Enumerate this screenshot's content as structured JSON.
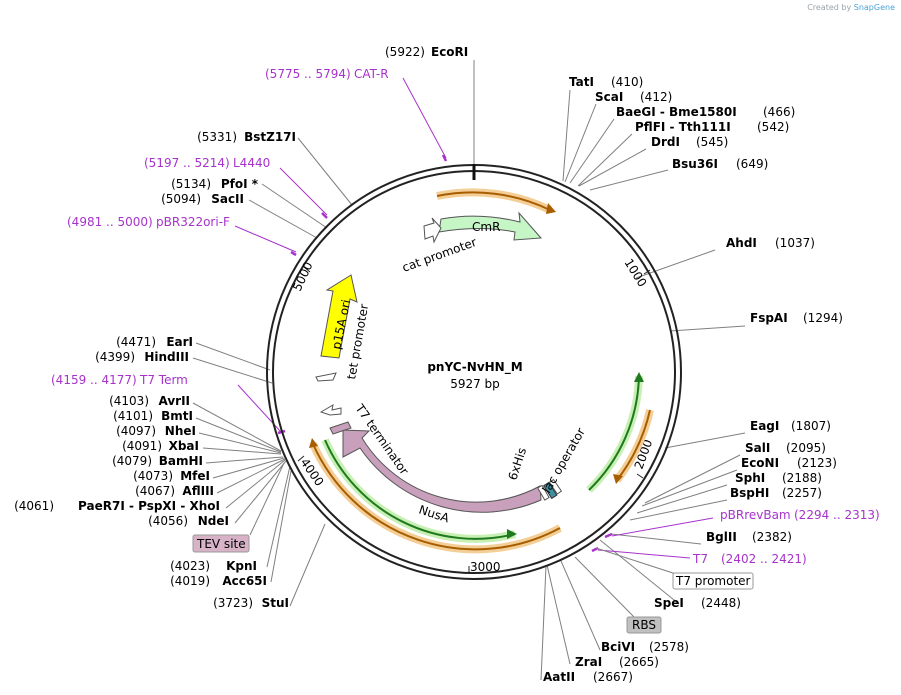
{
  "credit": {
    "prefix": "Created by",
    "brand": "SnapGene"
  },
  "plasmid": {
    "name": "pnYC-NvHN_M",
    "size_label": "5927 bp",
    "total_bp": 5927
  },
  "ticks": [
    "1000",
    "2000",
    "3000",
    "4000",
    "5000"
  ],
  "features": {
    "CmR": "CmR",
    "cat_promoter": "cat promoter",
    "p15A_ori": "p15A ori",
    "tet_promoter": "tet promoter",
    "T7_terminator": "T7 terminator",
    "NusA": "NusA",
    "sixHis": "6xHis",
    "lac_operator": "lac operator"
  },
  "box_labels": {
    "TEV": "TEV site",
    "T7prom": "T7 promoter",
    "RBS": "RBS"
  },
  "sites": [
    {
      "pos": "(5922)",
      "name": "EcoRI"
    },
    {
      "pos": "(410)",
      "name": "TatI"
    },
    {
      "pos": "(412)",
      "name": "ScaI"
    },
    {
      "pos": "(466)",
      "name": "BaeGI  -  Bme1580I"
    },
    {
      "pos": "(542)",
      "name": "PflFI  -  Tth111I"
    },
    {
      "pos": "(545)",
      "name": "DrdI"
    },
    {
      "pos": "(649)",
      "name": "Bsu36I"
    },
    {
      "pos": "(1037)",
      "name": "AhdI"
    },
    {
      "pos": "(1294)",
      "name": "FspAI"
    },
    {
      "pos": "(1807)",
      "name": "EagI"
    },
    {
      "pos": "(2095)",
      "name": "SalI"
    },
    {
      "pos": "(2123)",
      "name": "EcoNI"
    },
    {
      "pos": "(2188)",
      "name": "SphI"
    },
    {
      "pos": "(2257)",
      "name": "BspHI"
    },
    {
      "pos": "(2382)",
      "name": "BglII"
    },
    {
      "pos": "(2448)",
      "name": "SpeI"
    },
    {
      "pos": "(2578)",
      "name": "BciVI"
    },
    {
      "pos": "(2665)",
      "name": "ZraI"
    },
    {
      "pos": "(2667)",
      "name": "AatII"
    },
    {
      "pos": "(3723)",
      "name": "StuI"
    },
    {
      "pos": "(4019)",
      "name": "Acc65I"
    },
    {
      "pos": "(4023)",
      "name": "KpnI"
    },
    {
      "pos": "(4056)",
      "name": "NdeI"
    },
    {
      "pos": "(4061)",
      "name": "PaeR7I  -  PspXI  -  XhoI"
    },
    {
      "pos": "(4067)",
      "name": "AflIII"
    },
    {
      "pos": "(4073)",
      "name": "MfeI"
    },
    {
      "pos": "(4079)",
      "name": "BamHI"
    },
    {
      "pos": "(4091)",
      "name": "XbaI"
    },
    {
      "pos": "(4097)",
      "name": "NheI"
    },
    {
      "pos": "(4101)",
      "name": "BmtI"
    },
    {
      "pos": "(4103)",
      "name": "AvrII"
    },
    {
      "pos": "(4399)",
      "name": "HindIII"
    },
    {
      "pos": "(4471)",
      "name": "EarI"
    },
    {
      "pos": "(5094)",
      "name": "SacII"
    },
    {
      "pos": "(5134)",
      "name": "PfoI *"
    },
    {
      "pos": "(5331)",
      "name": "BstZ17I"
    }
  ],
  "primers": [
    {
      "range": "(5775 .. 5794)",
      "name": "CAT-R"
    },
    {
      "range": "(5197 .. 5214)",
      "name": "L4440"
    },
    {
      "range": "(4981 .. 5000)",
      "name": "pBR322ori-F"
    },
    {
      "range": "(4159 .. 4177)",
      "name": "T7 Term"
    },
    {
      "range": "(2294 .. 2313)",
      "name": "pBRrevBam"
    },
    {
      "range": "(2402 .. 2421)",
      "name": "T7"
    }
  ],
  "colors": {
    "backbone": "#222222",
    "primer": "#a733cc",
    "CmR_fill": "#c6f5c6",
    "ori_fill": "#ffff00",
    "NusA_fill": "#c9a0bc",
    "orange": "#d98a2a",
    "green": "#2f9e2f",
    "his": "#3f8fa3"
  }
}
